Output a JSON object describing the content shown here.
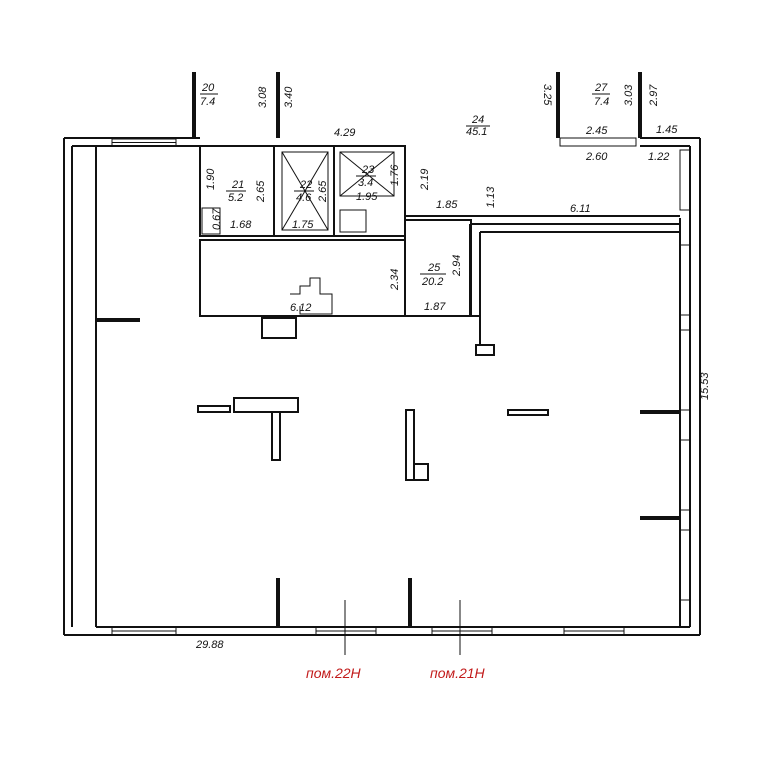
{
  "rooms": [
    {
      "number": "20",
      "area": "7.4"
    },
    {
      "number": "24",
      "area": "45.1"
    },
    {
      "number": "27",
      "area": "7.4"
    },
    {
      "number": "21",
      "area": "5.2"
    },
    {
      "number": "22",
      "area": "4.6"
    },
    {
      "number": "23",
      "area": "3.4"
    },
    {
      "number": "25",
      "area": "20.2"
    },
    {
      "number": "6.12",
      "area": ""
    }
  ],
  "dimensions": {
    "d_3_08": "3.08",
    "d_3_40": "3.40",
    "d_3_25": "3.25",
    "d_3_03": "3.03",
    "d_2_97": "2.97",
    "d_4_29": "4.29",
    "d_2_45": "2.45",
    "d_1_45": "1.45",
    "d_2_60": "2.60",
    "d_1_22": "1.22",
    "d_1_90": "1.90",
    "d_2_65a": "2.65",
    "d_2_65b": "2.65",
    "d_1_76": "1.76",
    "d_2_19": "2.19",
    "d_1_95": "1.95",
    "d_0_67": "0.67",
    "d_1_68": "1.68",
    "d_1_75": "1.75",
    "d_1_85": "1.85",
    "d_1_13": "1.13",
    "d_6_11": "6.11",
    "d_2_34": "2.34",
    "d_2_94": "2.94",
    "d_1_87": "1.87",
    "d_15_53": "15.53",
    "d_29_88": "29.88"
  },
  "premises": {
    "left": "пом.22Н",
    "right": "пом.21Н"
  },
  "colors": {
    "lines": "#111111",
    "premise_label": "#c21b1b"
  }
}
